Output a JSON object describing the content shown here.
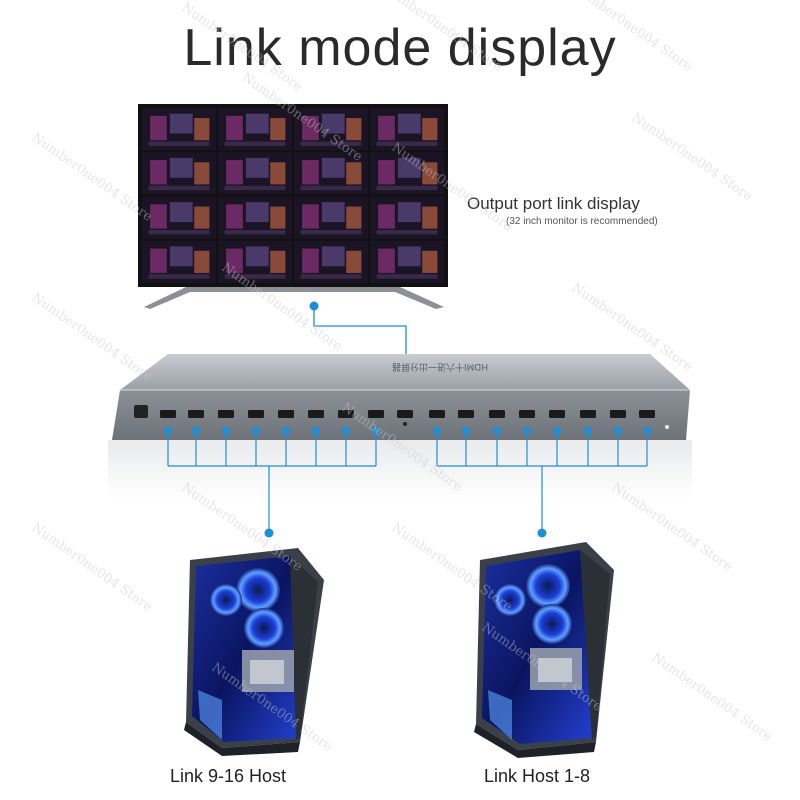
{
  "title": "Link mode display",
  "output": {
    "label": "Output port link display",
    "note": "(32 inch monitor is recommended)"
  },
  "hosts": {
    "left_label": "Link 9-16 Host",
    "right_label": "Link Host 1-8"
  },
  "device": {
    "panel_text": "HDMI十六进一出分屏器",
    "input_ports": 16,
    "output_ports": 1
  },
  "monitor": {
    "grid_rows": 4,
    "grid_cols": 4
  },
  "watermark": "Number0ne004 Store",
  "colors": {
    "accent": "#1e8fd6",
    "device": "#a9adb3",
    "screen_bg": "#1b1424",
    "tower_blue": "#2a5cff"
  }
}
